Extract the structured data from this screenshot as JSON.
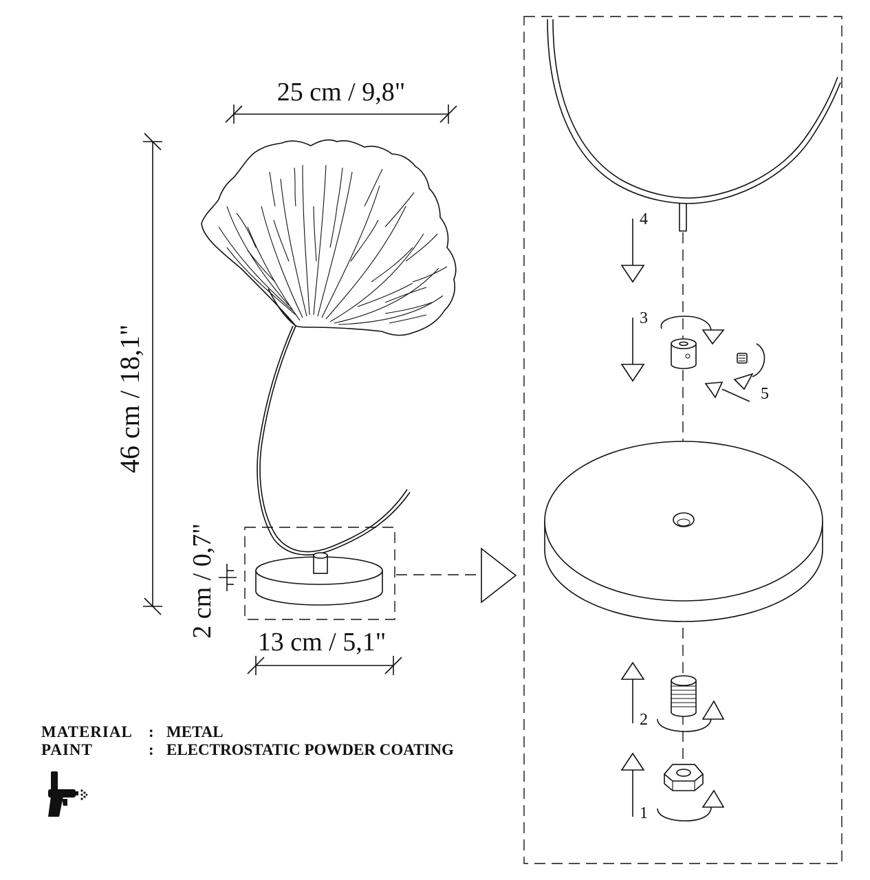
{
  "dimensions": {
    "width_leaf": "25 cm / 9,8\"",
    "height_total": "46 cm / 18,1\"",
    "base_height": "2 cm / 0,7\"",
    "base_width": "13 cm / 5,1\""
  },
  "specs": {
    "material_label": "MATERIAL",
    "material_sep": ":",
    "material_value": "METAL",
    "paint_label": "PAINT",
    "paint_sep": ":",
    "paint_value": "ELECTROSTATIC POWDER COATING"
  },
  "steps": [
    "1",
    "2",
    "3",
    "4",
    "5"
  ],
  "icons": {
    "spray_gun": "spray-gun-icon"
  },
  "colors": {
    "line": "#111111",
    "background": "#ffffff"
  }
}
